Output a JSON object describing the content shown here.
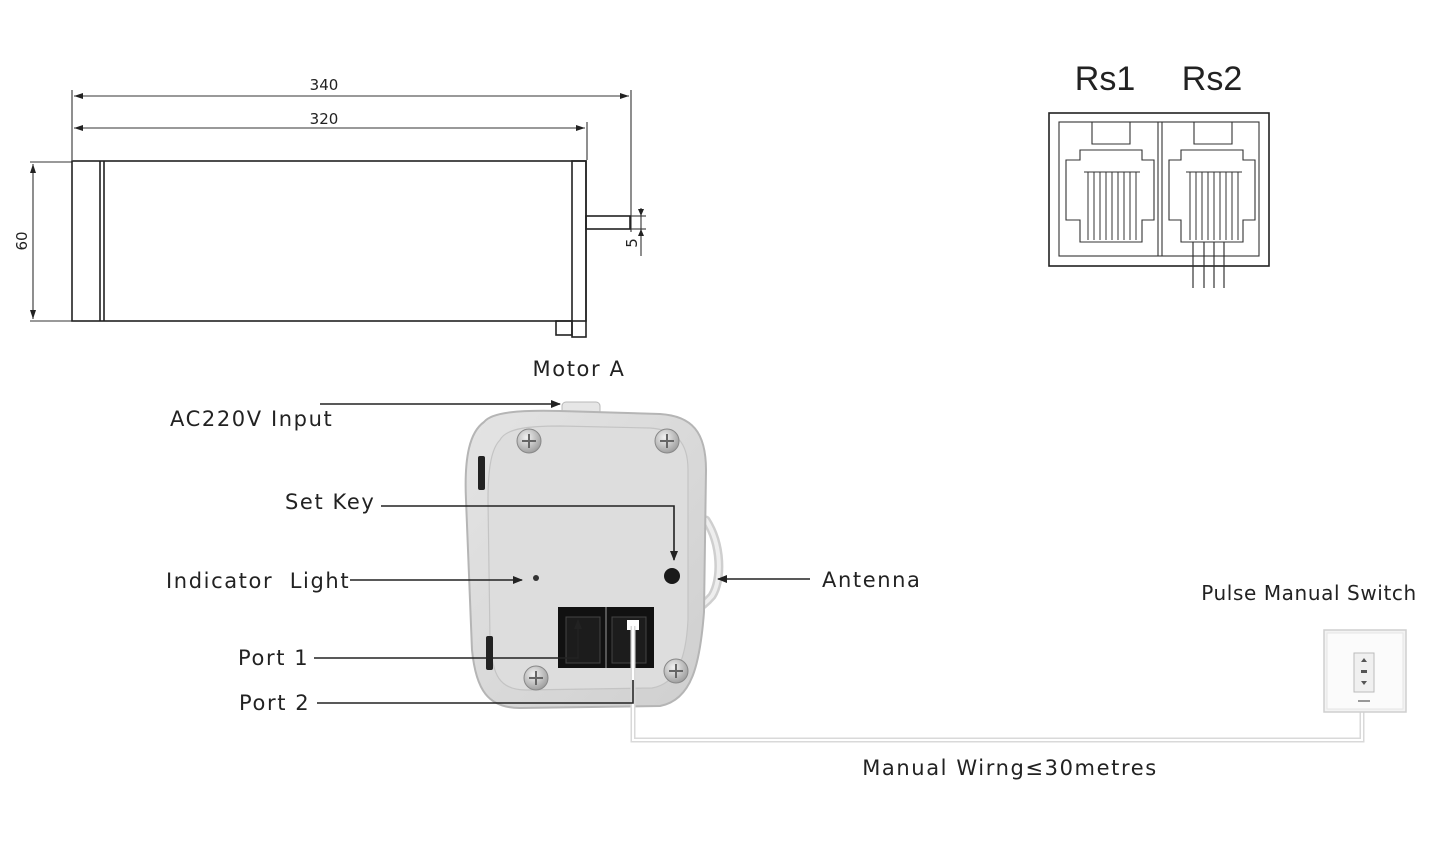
{
  "motor_drawing": {
    "dimensions": {
      "overall_length": "340",
      "body_length": "320",
      "height": "60",
      "shaft": "5"
    },
    "caption": "Motor A"
  },
  "connector": {
    "port_left": "Rs1",
    "port_right": "Rs2"
  },
  "callouts": {
    "power_input": "AC220V Input",
    "set_key": "Set Key",
    "indicator": "Indicator  Light",
    "antenna": "Antenna",
    "port1": "Port 1",
    "port2": "Port 2"
  },
  "switch": {
    "title": "Pulse Manual Switch"
  },
  "wiring_note": "Manual Wirng≤30metres",
  "colors": {
    "line": "#222222",
    "housing": "#d6d6d6",
    "housing_edge": "#b8b8b8",
    "port": "#111111"
  }
}
